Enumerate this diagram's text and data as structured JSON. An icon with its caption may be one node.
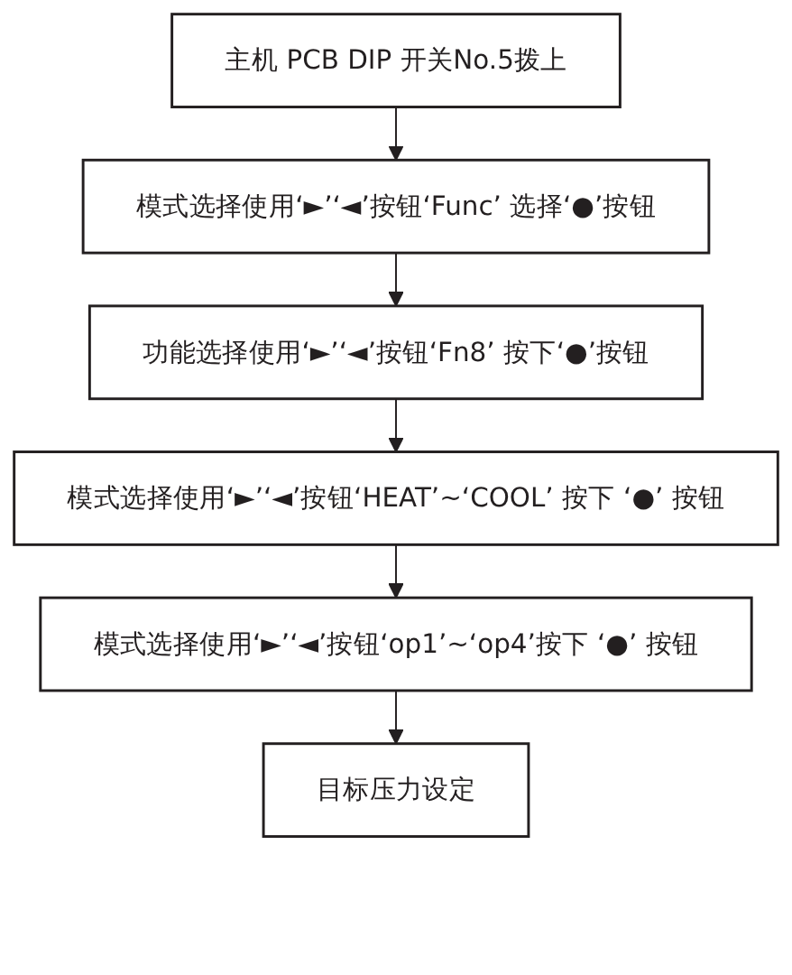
{
  "diagram": {
    "nodes": [
      {
        "text": [
          "主机 PCB DIP 开关No.5拨上"
        ]
      },
      {
        "text": [
          "模式选择使用‘►’‘◄’按钮‘Func’ 选择‘●’按钮"
        ]
      },
      {
        "text": [
          "功能选择使用‘►’‘◄’按钮‘Fn8’ 按下‘●’按钮"
        ]
      },
      {
        "text": [
          "模式选择使用‘►’‘◄’按钮‘HEAT’~‘COOL’ 按下 ‘●’ 按钮"
        ]
      },
      {
        "text": [
          "模式选择使用‘►’‘◄’按钮‘op1’~‘op4’按下 ‘●’ 按钮"
        ]
      },
      {
        "text": [
          "目标压力设定"
        ]
      }
    ],
    "edges": [
      {
        "from": 0,
        "to": 1,
        "arrow": "to"
      },
      {
        "from": 1,
        "to": 2,
        "arrow": "to"
      },
      {
        "from": 2,
        "to": 3,
        "arrow": "to"
      },
      {
        "from": 3,
        "to": 4,
        "arrow": "to"
      },
      {
        "from": 4,
        "to": 5,
        "arrow": "to"
      }
    ]
  }
}
